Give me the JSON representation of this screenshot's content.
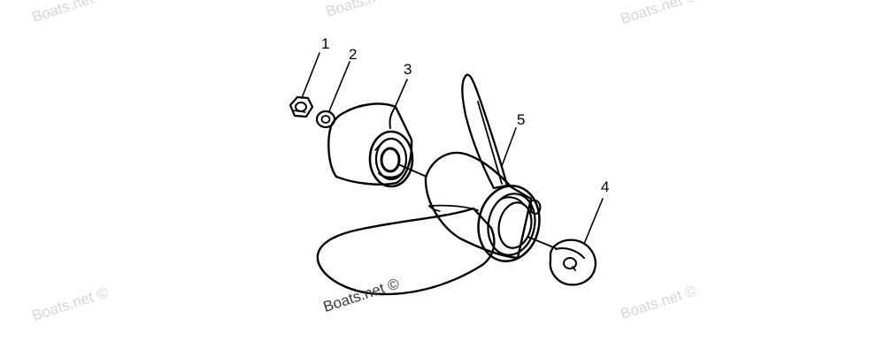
{
  "watermark": "Boats.net ©",
  "watermark_center": "Boats.net ©",
  "callouts": [
    "1",
    "2",
    "3",
    "4",
    "5"
  ]
}
